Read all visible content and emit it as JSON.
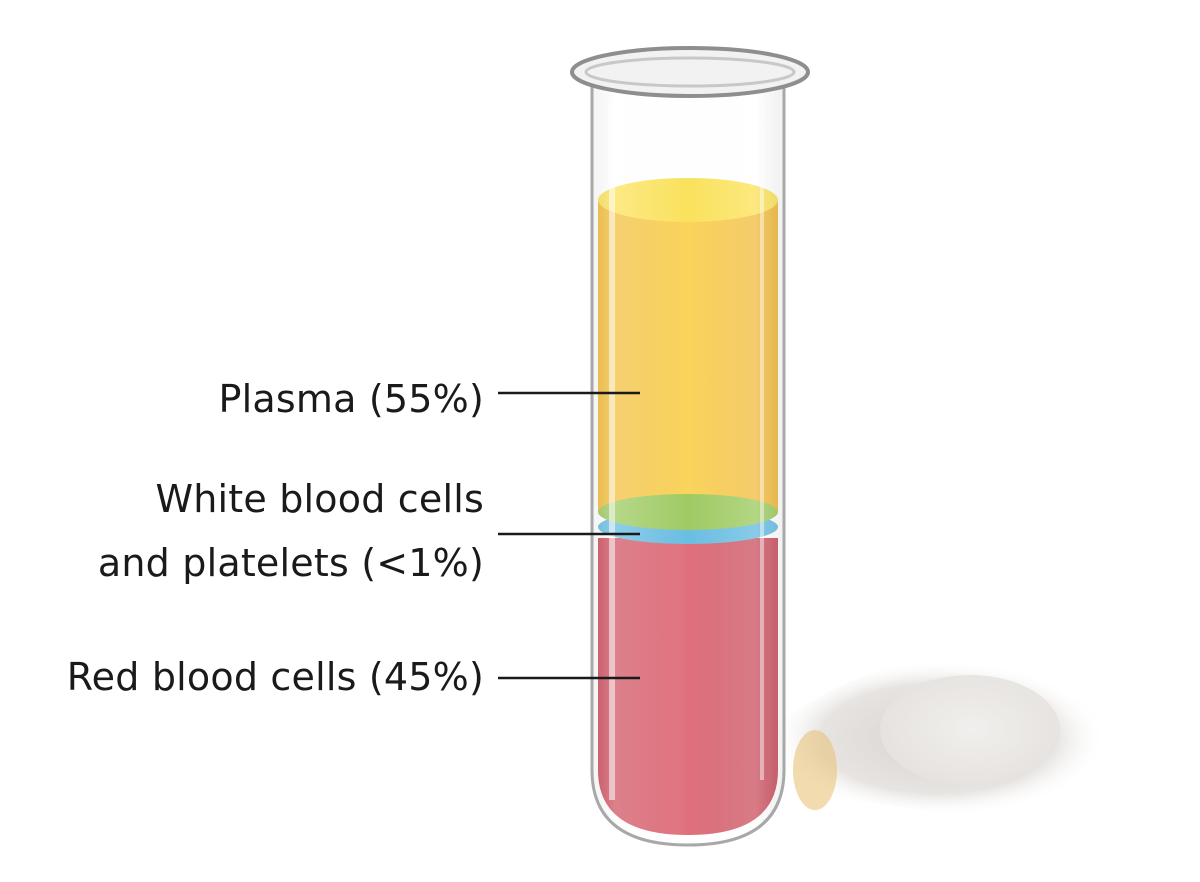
{
  "labels": {
    "plasma": "Plasma (55%)",
    "wbc_line1": "White blood cells",
    "wbc_line2": "and platelets (<1%)",
    "rbc": "Red blood cells (45%)"
  },
  "colors": {
    "plasma": "#f8c63a",
    "white_cells": "#95c653",
    "platelets": "#5ab7df",
    "red_cells": "#d4505f"
  }
}
